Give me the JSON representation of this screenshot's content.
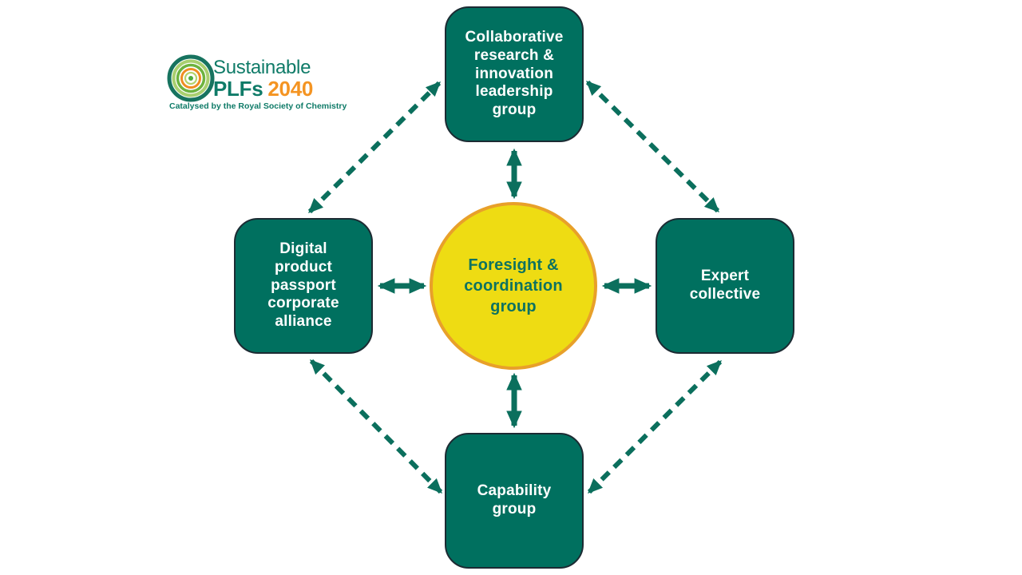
{
  "logo": {
    "name_line1": "Sustainable",
    "name_line2": "PLFs",
    "year": "2040",
    "tagline": "Catalysed by the Royal Society of Chemistry"
  },
  "hub": {
    "label": "Foresight &\ncoordination\ngroup"
  },
  "nodes": {
    "top": {
      "label": "Collaborative\nresearch &\ninnovation\nleadership\ngroup"
    },
    "left": {
      "label": "Digital\nproduct\npassport\ncorporate\nalliance"
    },
    "right": {
      "label": "Expert\ncollective"
    },
    "bottom": {
      "label": "Capability\ngroup"
    }
  },
  "connections": {
    "solid_bidirectional": [
      "hub - top",
      "hub - left",
      "hub - right",
      "hub - bottom"
    ],
    "dashed_bidirectional": [
      "top - left",
      "top - right",
      "bottom - left",
      "bottom - right"
    ]
  },
  "colors": {
    "node_fill": "#00705f",
    "node_border": "#1c2b33",
    "node_text": "#ffffff",
    "hub_fill": "#eedc13",
    "hub_border": "#e8a02a",
    "hub_text": "#0e7260",
    "arrow": "#0b6f5d",
    "logo_teal": "#0f7b68",
    "logo_orange": "#f49422",
    "logo_ring_outer": "#17735f",
    "logo_ring_lightgreen": "#a9cf6f",
    "logo_ring_midgreen": "#6db33f",
    "logo_ring_orange": "#ef8d22",
    "logo_dot": "#4ead3e"
  }
}
